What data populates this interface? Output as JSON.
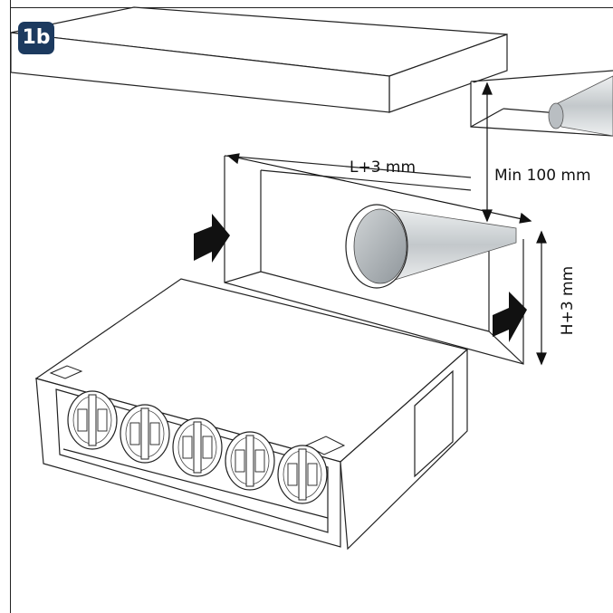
{
  "figure": {
    "badge": "1b",
    "labels": {
      "length": "L+3 mm",
      "clearance": "Min 100 mm",
      "height": "H+3 mm"
    },
    "colors": {
      "badge_bg": "#1c3a5f",
      "line": "#222222",
      "arrow": "#111111",
      "duct_light": "#d9dde0",
      "duct_mid": "#b6bcc0",
      "duct_dark": "#8e959a"
    },
    "unit": {
      "spigot_count": 5
    }
  }
}
